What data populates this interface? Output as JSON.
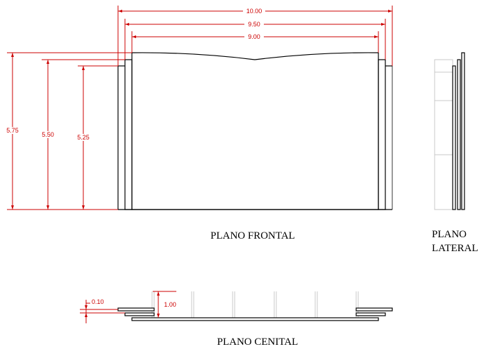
{
  "views": {
    "frontal": {
      "title": "PLANO FRONTAL"
    },
    "lateral": {
      "title_line1": "PLANO",
      "title_line2": "LATERAL"
    },
    "cenital": {
      "title": "PLANO CENITAL"
    }
  },
  "dimensions": {
    "width_outer": "10.00",
    "width_middle": "9.50",
    "width_inner": "9.00",
    "height_outer": "5.75",
    "height_middle": "5.50",
    "height_inner": "5.25",
    "thickness": "0.10",
    "depth": "1.00"
  },
  "colors": {
    "dimension": "#cc0000",
    "outline": "#000000",
    "hidden": "#c8c8c8"
  }
}
